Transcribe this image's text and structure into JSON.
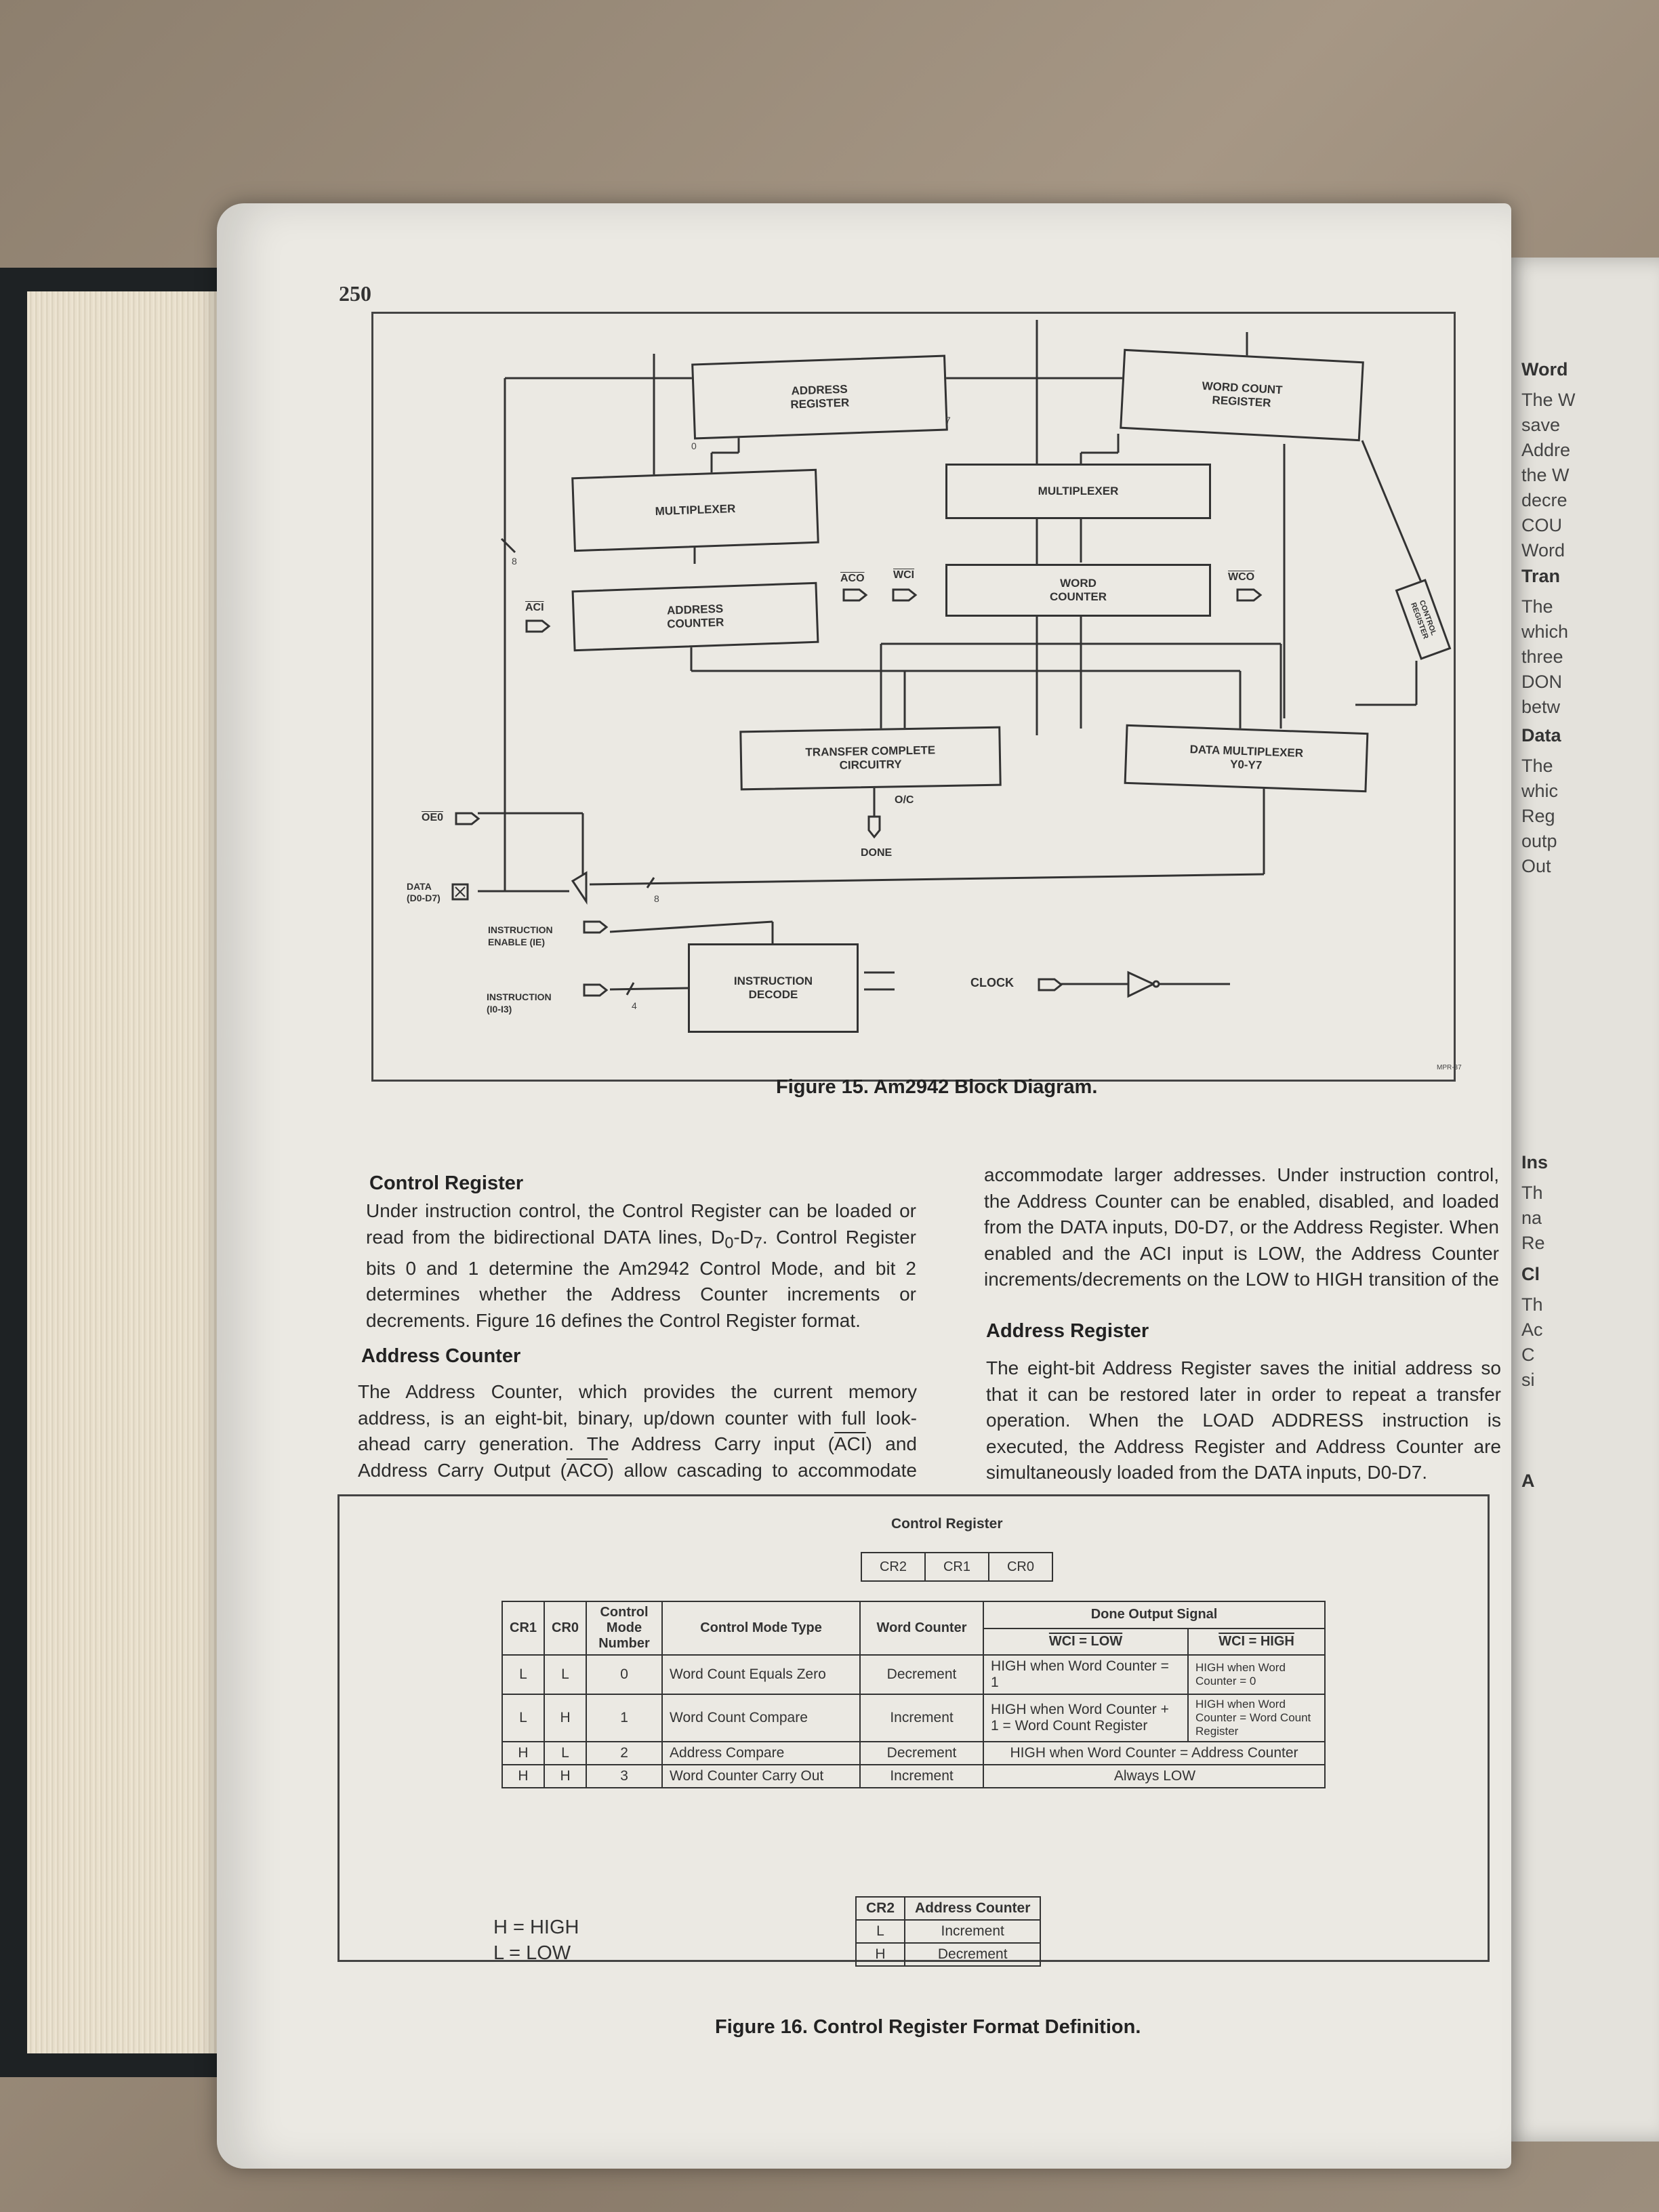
{
  "page": {
    "number": "250"
  },
  "figure15": {
    "caption": "Figure 15. Am2942 Block Diagram.",
    "blocks": {
      "address_register": "ADDRESS\nREGISTER",
      "word_count_register": "WORD COUNT\nREGISTER",
      "multiplexer_left": "MULTIPLEXER",
      "multiplexer_right": "MULTIPLEXER",
      "address_counter": "ADDRESS\nCOUNTER",
      "word_counter": "WORD\nCOUNTER",
      "control_register": "CONTROL\nREGISTER",
      "transfer_complete": "TRANSFER COMPLETE\nCIRCUITRY",
      "data_multiplexer": "DATA MULTIPLEXER\nY0-Y7",
      "instruction_decode": "INSTRUCTION\nDECODE"
    },
    "signals": {
      "aci": "ACI",
      "aco": "ACO",
      "wci": "WCI",
      "wco": "WCO",
      "oe": "OE0",
      "data": "DATA\n(D0-D7)",
      "oc": "O/C",
      "done": "DONE",
      "instruction_enable": "INSTRUCTION\nENABLE (IE)",
      "instruction": "INSTRUCTION\n(I0-I3)",
      "clock": "CLOCK",
      "bus_8a": "8",
      "bus_8b": "8",
      "bus_4": "4",
      "bit0": "0",
      "bit7": "7",
      "code": "MPR-37"
    }
  },
  "control_register_section": {
    "heading": "Control Register",
    "text_a": "Under instruction control, the Control Register can be loaded or read from the bidirectional DATA lines, D",
    "text_sub1": "0",
    "text_b": "-D",
    "text_sub2": "7",
    "text_c": ". Control Register bits 0 and 1 determine the Am2942 Control Mode, and bit 2 determines whether the Address Counter increments or decrements. Figure 16 defines the Control Register format."
  },
  "address_counter_section": {
    "heading": "Address Counter",
    "text_a": "The Address Counter, which provides the current memory address, is an eight-bit, binary, up/down counter with full look-ahead carry generation. The Address Carry input (",
    "aci": "ACI",
    "text_b": ") and Address Carry Output (",
    "aco": "ACO",
    "text_c": ") allow cascading to accommodate larger addresses. Under instruction control, the Address Counter can be enabled, disabled, and loaded from the DATA inputs, D0-D7, or the Address Register. When enabled and the ACI input is LOW, the Address Counter increments/decrements on the LOW to HIGH transition of the CLOCK input, CP."
  },
  "address_register_section": {
    "heading": "Address Register",
    "text": "The eight-bit Address Register saves the initial address so that it can be restored later in order to repeat a transfer operation. When the LOAD ADDRESS instruction is executed, the Address Register and Address Counter are simultaneously loaded from the DATA inputs, D0-D7."
  },
  "figure16": {
    "caption": "Figure 16. Control Register Format Definition.",
    "cr_title": "Control Register",
    "cr_bits": [
      "CR2",
      "CR1",
      "CR0"
    ],
    "table_headers": {
      "cr1": "CR1",
      "cr0": "CR0",
      "mode_number": "Control Mode Number",
      "mode_type": "Control Mode Type",
      "word_counter": "Word Counter",
      "done_output": "Done Output Signal",
      "wci_low": "WCI = LOW",
      "wci_high": "WCI = HIGH"
    },
    "rows": [
      {
        "cr1": "L",
        "cr0": "L",
        "num": "0",
        "type": "Word Count Equals Zero",
        "wc": "Decrement",
        "low": "HIGH when Word Counter = 1",
        "high": "HIGH when Word Counter = 0"
      },
      {
        "cr1": "L",
        "cr0": "H",
        "num": "1",
        "type": "Word Count Compare",
        "wc": "Increment",
        "low": "HIGH when Word Counter + 1 = Word Count Register",
        "high": "HIGH when Word Counter = Word Count Register"
      },
      {
        "cr1": "H",
        "cr0": "L",
        "num": "2",
        "type": "Address Compare",
        "wc": "Decrement",
        "both": "HIGH when Word Counter = Address Counter"
      },
      {
        "cr1": "H",
        "cr0": "H",
        "num": "3",
        "type": "Word Counter Carry Out",
        "wc": "Increment",
        "both": "Always LOW"
      }
    ],
    "ac_table": {
      "h1": "CR2",
      "h2": "Address Counter",
      "rows": [
        {
          "cr2": "L",
          "mode": "Increment"
        },
        {
          "cr2": "H",
          "mode": "Decrement"
        }
      ]
    },
    "legend": [
      "H = HIGH",
      "L = LOW"
    ]
  },
  "right_page_fragments": [
    "Word",
    "The W",
    "save",
    "Addre",
    "the W",
    "decre",
    "COU",
    "Word",
    "Tran",
    "The",
    "which",
    "three",
    "DON",
    "betw",
    "Data",
    "The",
    "whic",
    "Reg",
    "outp",
    "Out",
    "Ins",
    "Th",
    "na",
    "Re",
    "Cl",
    "Th",
    "Ac",
    "C",
    "si",
    "A"
  ]
}
